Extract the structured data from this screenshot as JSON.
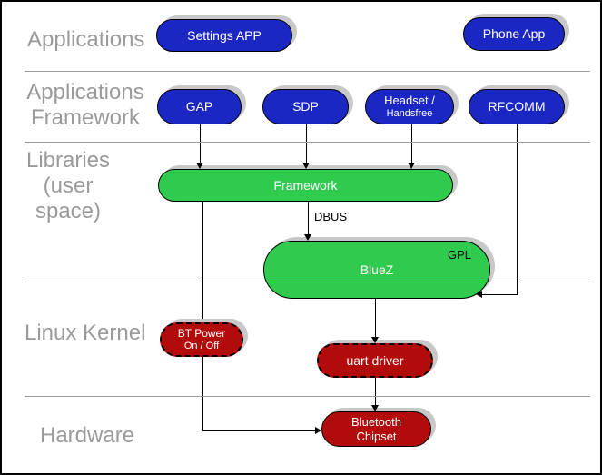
{
  "diagram_type": "bluetooth-software-stack",
  "layers": [
    {
      "lines": [
        "Applications"
      ]
    },
    {
      "lines": [
        "Applications",
        "Framework"
      ]
    },
    {
      "lines": [
        "Libraries",
        "(user space)"
      ]
    },
    {
      "lines": [
        "Linux Kernel"
      ]
    },
    {
      "lines": [
        "Hardware"
      ]
    }
  ],
  "nodes": {
    "settings_app": {
      "label": "Settings APP"
    },
    "phone_app": {
      "label": "Phone App"
    },
    "gap": {
      "label": "GAP"
    },
    "sdp": {
      "label": "SDP"
    },
    "headset": {
      "lines": [
        "Headset /",
        "Handsfree"
      ]
    },
    "rfcomm": {
      "label": "RFCOMM"
    },
    "framework": {
      "label": "Framework"
    },
    "bluez": {
      "label": "BlueZ",
      "badge": "GPL"
    },
    "bt_power": {
      "lines": [
        "BT Power",
        "On / Off"
      ]
    },
    "uart_driver": {
      "label": "uart driver"
    },
    "bluetooth_chipset": {
      "lines": [
        "Bluetooth",
        "Chipset"
      ]
    }
  },
  "edges": {
    "dbus_label": "DBUS"
  },
  "colors": {
    "application_node": "#1b27c3",
    "library_node": "#2ecb4f",
    "kernel_node": "#b20b0b",
    "layer_label": "#9a9a9a",
    "separator": "#9c9c9c",
    "connector": "#000000",
    "node_text": "#ffffff",
    "shadow": "#c8c8c8"
  }
}
